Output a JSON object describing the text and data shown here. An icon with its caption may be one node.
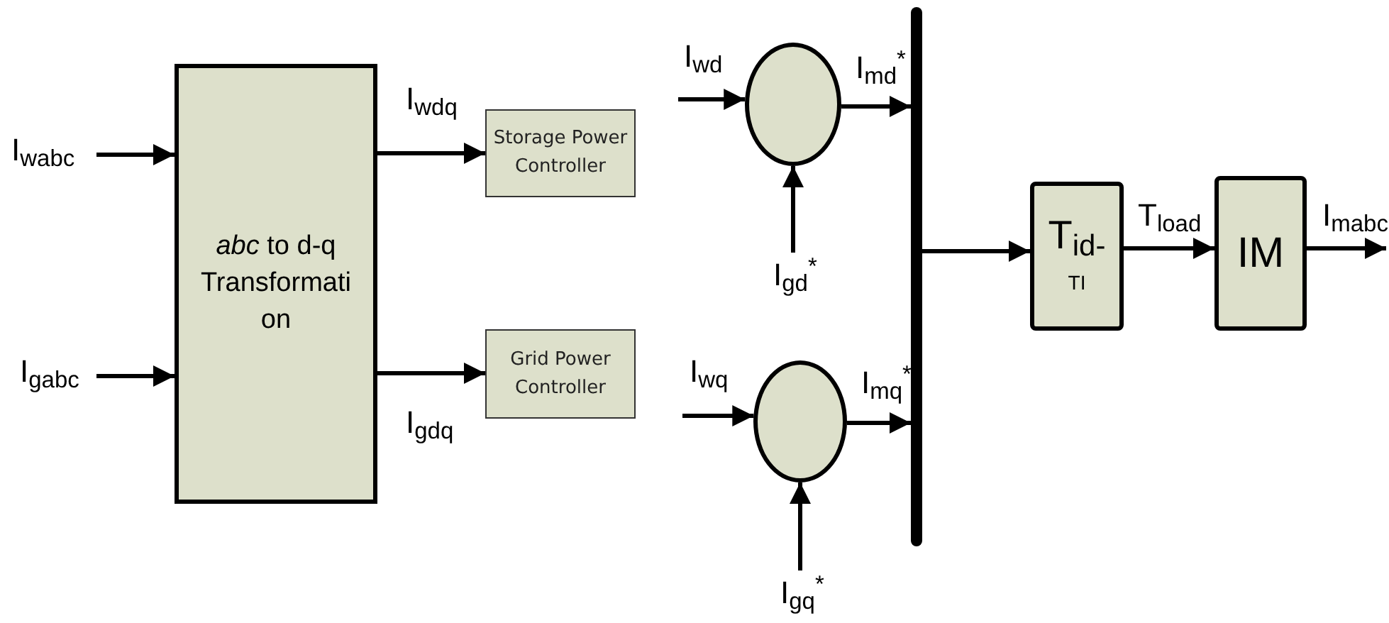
{
  "diagram": {
    "nodes": [
      {
        "text": [
          "*abc* to d-q Transformati on"
        ]
      },
      {
        "text": [
          "Storage Power Controller"
        ]
      },
      {
        "text": [
          "Grid Power Controller"
        ]
      },
      {
        "text": [],
        "shape": "circle"
      },
      {
        "text": [],
        "shape": "circle"
      },
      {
        "text": [],
        "shape": "bar"
      },
      {
        "text": [
          "T$_{id-}$",
          "TI"
        ]
      },
      {
        "text": [
          "IM"
        ]
      }
    ],
    "edges": [
      {
        "from": null,
        "to": 0,
        "arrow": "to",
        "label": "I$_{wabc}$"
      },
      {
        "from": null,
        "to": 0,
        "arrow": "to",
        "label": "I$_{gabc}$"
      },
      {
        "from": 0,
        "to": 1,
        "arrow": "to",
        "label": "I$_{wdq}$"
      },
      {
        "from": 0,
        "to": 2,
        "arrow": "to",
        "label": "I$_{gdq}$"
      },
      {
        "from": null,
        "to": 3,
        "arrow": "to",
        "label": "I$_{wd}$"
      },
      {
        "from": null,
        "to": 3,
        "arrow": "to",
        "label": "I$_{gd}$$^{*}$"
      },
      {
        "from": 3,
        "to": 5,
        "arrow": "to",
        "label": "I$_{md}$$^{*}$"
      },
      {
        "from": null,
        "to": 4,
        "arrow": "to",
        "label": "I$_{wq}$"
      },
      {
        "from": null,
        "to": 4,
        "arrow": "to",
        "label": "I$_{gq}$$^{*}$"
      },
      {
        "from": 4,
        "to": 5,
        "arrow": "to",
        "label": "I$_{mq}$$^{*}$"
      },
      {
        "from": 5,
        "to": 6,
        "arrow": "to"
      },
      {
        "from": 6,
        "to": 7,
        "arrow": "to",
        "label": "T$_{load}$"
      },
      {
        "from": 7,
        "to": null,
        "arrow": "to",
        "label": "I$_{mabc}$"
      }
    ]
  }
}
